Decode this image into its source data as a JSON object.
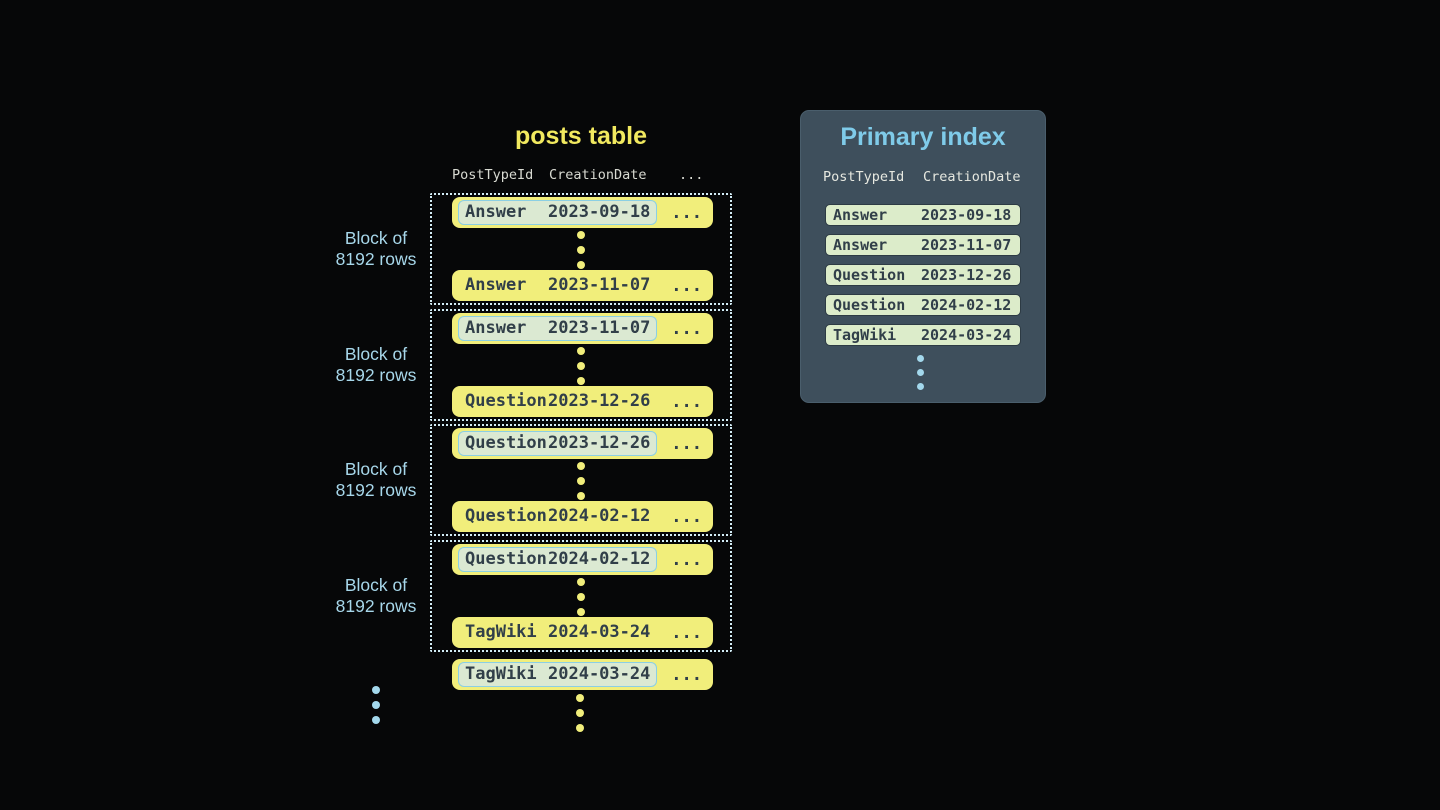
{
  "posts_table": {
    "title": "posts table",
    "header": {
      "col1": "PostTypeId",
      "col2": "CreationDate",
      "more": "..."
    },
    "row_ellipsis": "...",
    "blocks": [
      {
        "label_top": "Block of",
        "label_bottom": "8192 rows",
        "first": {
          "type": "Answer",
          "date": "2023-09-18"
        },
        "last": {
          "type": "Answer",
          "date": "2023-11-07"
        }
      },
      {
        "label_top": "Block of",
        "label_bottom": "8192 rows",
        "first": {
          "type": "Answer",
          "date": "2023-11-07"
        },
        "last": {
          "type": "Question",
          "date": "2023-12-26"
        }
      },
      {
        "label_top": "Block of",
        "label_bottom": "8192 rows",
        "first": {
          "type": "Question",
          "date": "2023-12-26"
        },
        "last": {
          "type": "Question",
          "date": "2024-02-12"
        }
      },
      {
        "label_top": "Block of",
        "label_bottom": "8192 rows",
        "first": {
          "type": "Question",
          "date": "2024-02-12"
        },
        "last": {
          "type": "TagWiki",
          "date": "2024-03-24"
        }
      }
    ],
    "overflow_row": {
      "type": "TagWiki",
      "date": "2024-03-24"
    }
  },
  "primary_index": {
    "title": "Primary index",
    "header": {
      "col1": "PostTypeId",
      "col2": "CreationDate"
    },
    "rows": [
      {
        "type": "Answer",
        "date": "2023-09-18"
      },
      {
        "type": "Answer",
        "date": "2023-11-07"
      },
      {
        "type": "Question",
        "date": "2023-12-26"
      },
      {
        "type": "Question",
        "date": "2024-02-12"
      },
      {
        "type": "TagWiki",
        "date": "2024-03-24"
      }
    ]
  },
  "colors": {
    "background": "#060708",
    "row_yellow": "#f1ee7b",
    "posts_title_yellow": "#f1e95f",
    "dark_text": "#313f49",
    "highlight_pill_bg": "#dbe9d2",
    "highlight_pill_border": "#8bcfe4",
    "block_border_dotted": "#d2ecf5",
    "block_label_blue": "#a7d7ea",
    "panel_bg": "#3e4f5c",
    "panel_title_blue": "#7fcbe9",
    "index_row_bg": "#dcecca",
    "index_row_border": "#2d3b44",
    "header_gray": "#d8dad2",
    "dot_blue": "#a3d8ec"
  }
}
